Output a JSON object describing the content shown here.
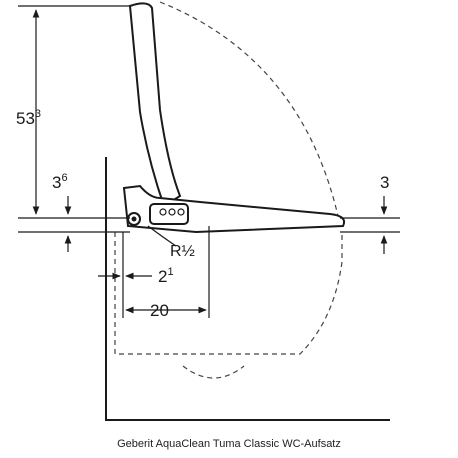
{
  "dimensions": {
    "height_main": {
      "base": "53",
      "sup": "3"
    },
    "offset_left": {
      "base": "3",
      "sup": "6"
    },
    "offset_right": "3",
    "pipe_thread": "R½",
    "pipe_offset": {
      "base": "2",
      "sup": "1"
    },
    "wall_distance": "20"
  },
  "caption": "Geberit AquaClean Tuma Classic WC-Aufsatz",
  "colors": {
    "line": "#1a1a1a",
    "dashed": "#444444",
    "background": "#ffffff"
  }
}
